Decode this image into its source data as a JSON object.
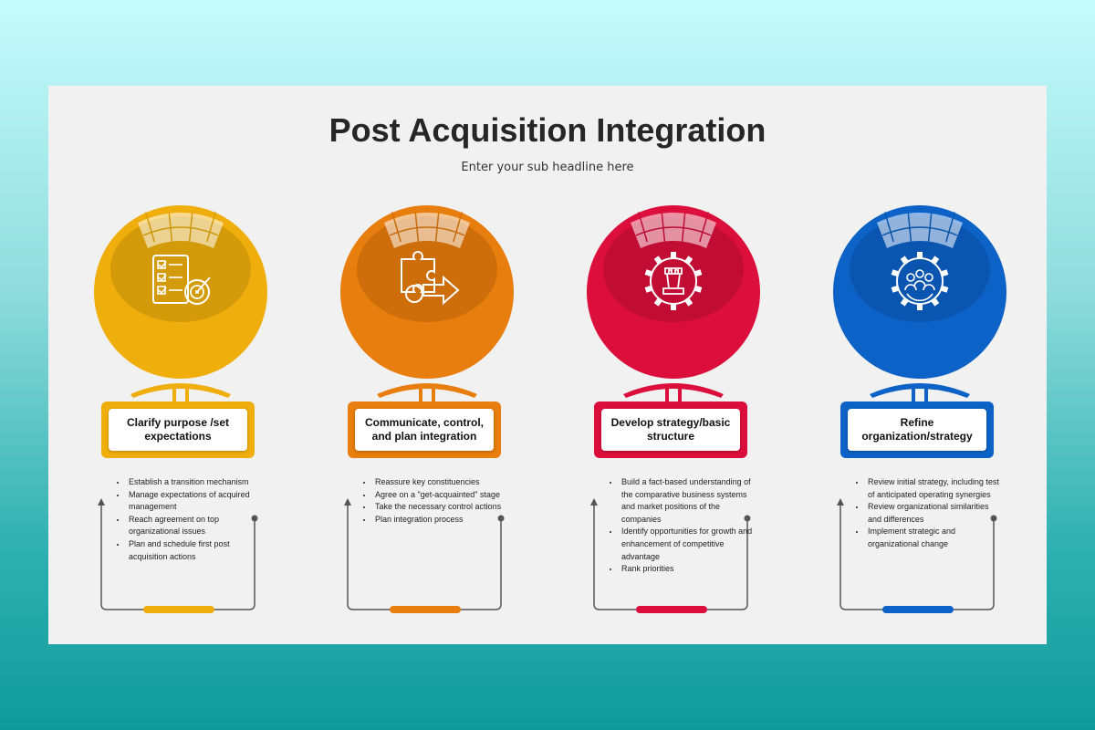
{
  "title": "Post Acquisition Integration",
  "subtitle": "Enter your sub headline here",
  "columns": [
    {
      "label": "Clarify purpose /set expectations",
      "color": "#f0ae0c",
      "dark": "#c9940a",
      "icon": "checklist-target-icon",
      "bullets": [
        "Establish a transition mechanism",
        "Manage expectations of acquired management",
        "Reach agreement on top organizational issues",
        "Plan and schedule first post acquisition actions"
      ]
    },
    {
      "label": "Communicate, control, and plan integration",
      "color": "#e87e0d",
      "dark": "#c46a0b",
      "icon": "puzzle-arrow-icon",
      "bullets": [
        "Reassure key constituencies",
        "Agree on a \"get-acquainted\" stage",
        "Take the necessary control actions",
        "Plan integration process"
      ]
    },
    {
      "label": "Develop strategy/basic structure",
      "color": "#dc0e3b",
      "dark": "#b80c32",
      "icon": "chess-rook-gear-icon",
      "bullets": [
        "Build a fact-based understanding of the comparative business systems and market positions of the companies",
        "Identify opportunities for growth and enhancement of competitive advantage",
        "Rank priorities"
      ]
    },
    {
      "label": "Refine organization/strategy",
      "color": "#0c62c6",
      "dark": "#0a52a8",
      "icon": "team-gear-icon",
      "bullets": [
        "Review initial strategy, including test of anticipated operating synergies",
        "Review organizational similarities and differences",
        "Implement strategic and organizational change"
      ]
    }
  ]
}
